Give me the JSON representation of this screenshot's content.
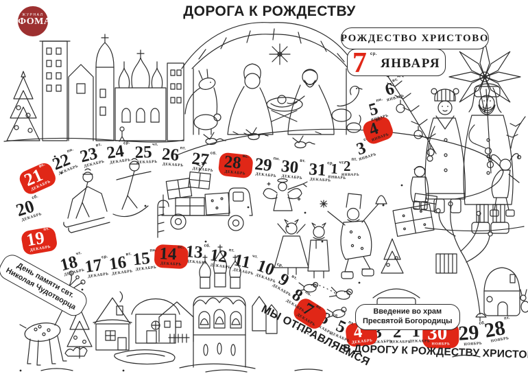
{
  "colors": {
    "accent_red": "#E02717",
    "logo_red": "#9D3030",
    "ink": "#1F1F1F"
  },
  "header": {
    "title": "ДОРОГА К РОЖДЕСТВУ"
  },
  "logo": {
    "small": "ЖУРНАЛ",
    "name": "ФОМА"
  },
  "finish": {
    "banner": "РОЖДЕСТВО ХРИСТОВО",
    "day": "7",
    "weekday": "ср.",
    "month": "ЯНВАРЯ"
  },
  "notes": {
    "nicholas_line1": "День памяти свт.",
    "nicholas_line2": "Николая Чудотворца",
    "vvedenie_line1": "Введение во храм",
    "vvedenie_line2": "Пресвятой Богородицы"
  },
  "journey": {
    "part1": "МЫ ОТПРАВЛЯЕМСЯ",
    "part2": "В ДОРОГУ К РОЖДЕСТВУ ХРИСТОВУ",
    "chevrons": "⋘"
  },
  "calendar": {
    "dates": [
      {
        "day": "28",
        "weekday": "пт.",
        "month": "НОЯБРЬ",
        "highlight": false
      },
      {
        "day": "29",
        "weekday": "сб.",
        "month": "НОЯБРЬ",
        "highlight": false
      },
      {
        "day": "30",
        "weekday": "вс.",
        "month": "НОЯБРЬ",
        "highlight": true,
        "ink": "white"
      },
      {
        "day": "1",
        "weekday": "пн.",
        "month": "ДЕКАБРЬ",
        "highlight": false
      },
      {
        "day": "2",
        "weekday": "вт.",
        "month": "ДЕКАБРЬ",
        "highlight": false
      },
      {
        "day": "3",
        "weekday": "ср.",
        "month": "ДЕКАБРЬ",
        "highlight": false
      },
      {
        "day": "4",
        "weekday": "чт.",
        "month": "ДЕКАБРЬ",
        "highlight": true,
        "ink": "white"
      },
      {
        "day": "5",
        "weekday": "пт.",
        "month": "ДЕКАБРЬ",
        "highlight": false
      },
      {
        "day": "6",
        "weekday": "сб.",
        "month": "ДЕКАБРЬ",
        "highlight": false
      },
      {
        "day": "7",
        "weekday": "вс.",
        "month": "ДЕКАБРЬ",
        "highlight": true,
        "ink": "black"
      },
      {
        "day": "8",
        "weekday": "пн.",
        "month": "ДЕКАБРЬ",
        "highlight": false
      },
      {
        "day": "9",
        "weekday": "вт.",
        "month": "ДЕКАБРЬ",
        "highlight": false
      },
      {
        "day": "10",
        "weekday": "ср.",
        "month": "ДЕКАБРЬ",
        "highlight": false
      },
      {
        "day": "11",
        "weekday": "чт.",
        "month": "ДЕКАБРЬ",
        "highlight": false
      },
      {
        "day": "12",
        "weekday": "пт.",
        "month": "ДЕКАБРЬ",
        "highlight": false
      },
      {
        "day": "13",
        "weekday": "сб.",
        "month": "ДЕКАБРЬ",
        "highlight": false
      },
      {
        "day": "14",
        "weekday": "вс.",
        "month": "ДЕКАБРЬ",
        "highlight": true,
        "ink": "black"
      },
      {
        "day": "15",
        "weekday": "пн.",
        "month": "ДЕКАБРЬ",
        "highlight": false
      },
      {
        "day": "16",
        "weekday": "вт.",
        "month": "ДЕКАБРЬ",
        "highlight": false
      },
      {
        "day": "17",
        "weekday": "ср.",
        "month": "ДЕКАБРЬ",
        "highlight": false
      },
      {
        "day": "18",
        "weekday": "чт.",
        "month": "ДЕКАБРЬ",
        "highlight": false
      },
      {
        "day": "19",
        "weekday": "пт.",
        "month": "ДЕКАБРЬ",
        "highlight": true,
        "ink": "white"
      },
      {
        "day": "20",
        "weekday": "сб.",
        "month": "ДЕКАБРЬ",
        "highlight": false
      },
      {
        "day": "21",
        "weekday": "вс.",
        "month": "ДЕКАБРЬ",
        "highlight": true,
        "ink": "white"
      },
      {
        "day": "22",
        "weekday": "пн.",
        "month": "ДЕКАБРЬ",
        "highlight": false
      },
      {
        "day": "23",
        "weekday": "вт.",
        "month": "ДЕКАБРЬ",
        "highlight": false
      },
      {
        "day": "24",
        "weekday": "ср.",
        "month": "ДЕКАБРЬ",
        "highlight": false
      },
      {
        "day": "25",
        "weekday": "чт.",
        "month": "ДЕКАБРЬ",
        "highlight": false
      },
      {
        "day": "26",
        "weekday": "пт.",
        "month": "ДЕКАБРЬ",
        "highlight": false
      },
      {
        "day": "27",
        "weekday": "сб.",
        "month": "ДЕКАБРЬ",
        "highlight": false
      },
      {
        "day": "28",
        "weekday": "вс.",
        "month": "ДЕКАБРЬ",
        "highlight": true,
        "ink": "black"
      },
      {
        "day": "29",
        "weekday": "пн.",
        "month": "ДЕКАБРЬ",
        "highlight": false
      },
      {
        "day": "30",
        "weekday": "вт.",
        "month": "ДЕКАБРЬ",
        "highlight": false
      },
      {
        "day": "31",
        "weekday": "ср.",
        "month": "ДЕКАБРЬ",
        "highlight": false
      },
      {
        "day": "1",
        "weekday": "чт.",
        "month": "ЯНВАРЬ",
        "highlight": false
      },
      {
        "day": "2",
        "weekday": "пт.",
        "month": "ЯНВАРЬ",
        "highlight": false
      },
      {
        "day": "3",
        "weekday": "сб.",
        "month": "ЯНВАРЬ",
        "highlight": false
      },
      {
        "day": "4",
        "weekday": "вс.",
        "month": "ЯНВАРЬ",
        "highlight": true,
        "ink": "black"
      },
      {
        "day": "5",
        "weekday": "пн.",
        "month": "ЯНВАРЬ",
        "highlight": false
      },
      {
        "day": "6",
        "weekday": "вт.",
        "month": "ЯНВАРЬ",
        "highlight": false
      }
    ]
  }
}
